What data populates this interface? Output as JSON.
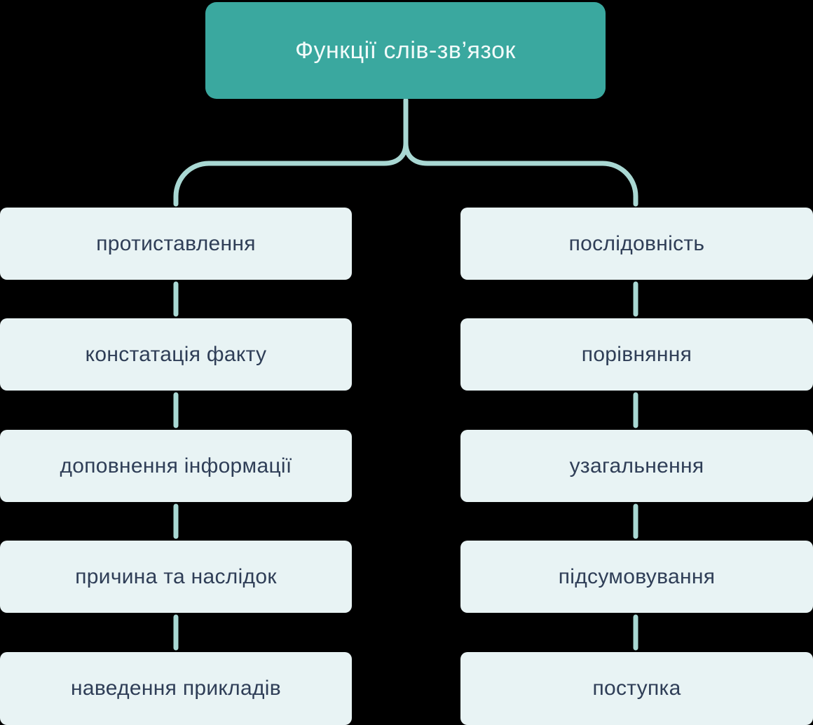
{
  "diagram": {
    "title": "Функції слів-зв’язок",
    "columns": {
      "left": {
        "items": [
          "протиставлення",
          "констатація факту",
          "доповнення інформації",
          "причина та наслідок",
          "наведення прикладів"
        ]
      },
      "right": {
        "items": [
          "послідовність",
          "порівняння",
          "узагальнення",
          "підсумовування",
          "поступка"
        ]
      }
    },
    "colors": {
      "background": "#000000",
      "root_fill": "#3aa89f",
      "root_text": "#f2fbfa",
      "node_fill": "#e8f3f4",
      "node_text": "#2f3e57",
      "connector": "#a9d8d3"
    }
  }
}
